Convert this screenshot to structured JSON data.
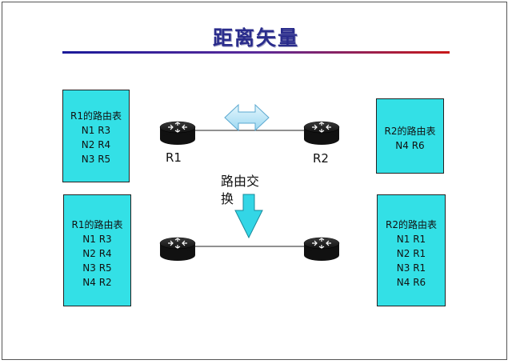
{
  "title": "距离矢量",
  "top_exchange": {
    "r1_table": {
      "title": "R1的路由表",
      "rows": [
        "N1 R3",
        "N2 R4",
        "N3 R5"
      ]
    },
    "r2_table": {
      "title": "R2的路由表",
      "rows": [
        "N4 R6"
      ]
    },
    "r1_label": "R1",
    "r2_label": "R2"
  },
  "exchange_label": "路由交换",
  "bottom_exchange": {
    "r1_table": {
      "title": "R1的路由表",
      "rows": [
        "N1 R3",
        "N2 R4",
        "N3 R5",
        "N4 R2"
      ]
    },
    "r2_table": {
      "title": "R2的路由表",
      "rows": [
        "N1 R1",
        "N2 R1",
        "N3 R1",
        "N4 R6"
      ]
    }
  },
  "colors": {
    "table_fill": "#33e0e6",
    "title_color": "#2a2c8c",
    "arrow_fill": "#33d6e6",
    "double_arrow_fill": "#b8e6f8"
  },
  "icons": [
    "router-icon",
    "double-arrow-icon",
    "down-arrow-icon"
  ]
}
